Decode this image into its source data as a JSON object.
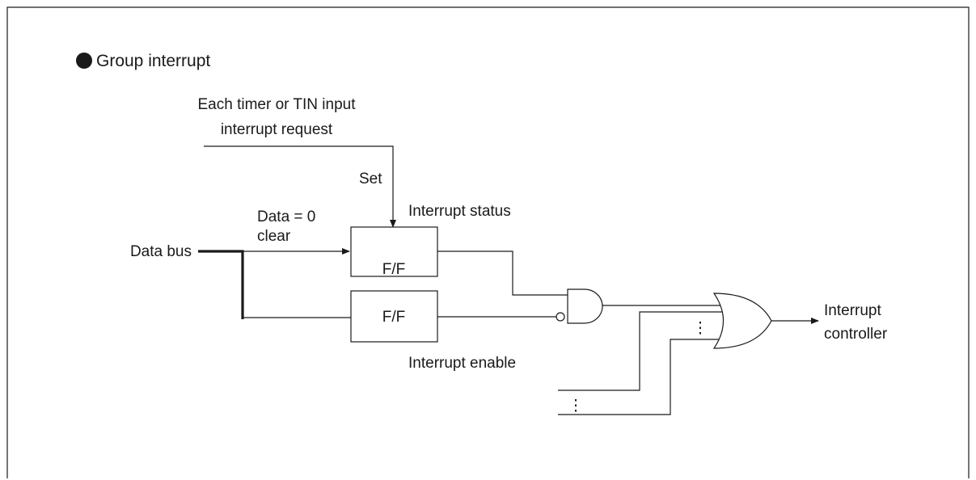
{
  "heading": "Group interrupt",
  "labels": {
    "request_line1": "Each timer or TIN input",
    "request_line2": "interrupt request",
    "set": "Set",
    "data_zero": "Data = 0",
    "clear": "clear",
    "data_bus": "Data bus",
    "interrupt_status": "Interrupt status",
    "interrupt_enable": "Interrupt enable",
    "ff_status": "F/F",
    "ff_enable": "F/F",
    "controller_line1": "Interrupt",
    "controller_line2": "controller"
  }
}
